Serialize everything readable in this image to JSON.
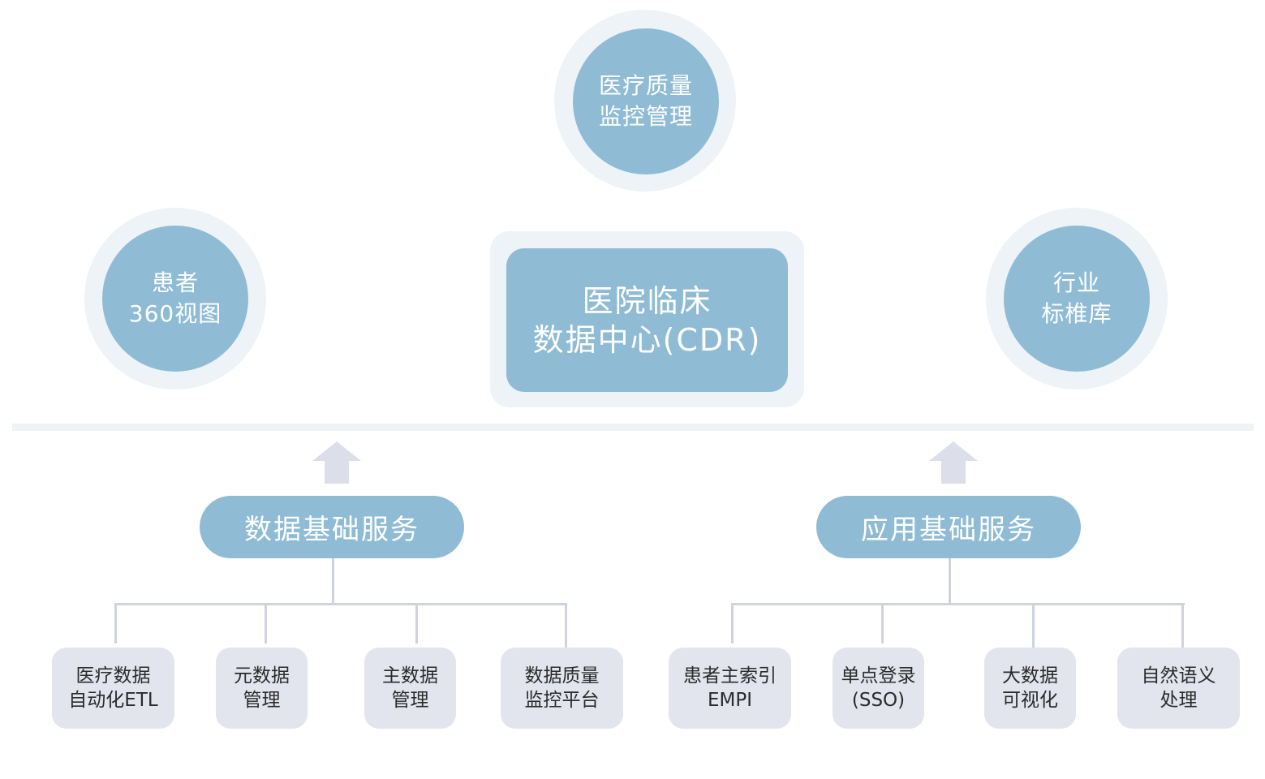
{
  "top_circle": {
    "line1": "医疗质量",
    "line2": "监控管理"
  },
  "left_circle": {
    "line1": "患者",
    "line2": "360视图"
  },
  "right_circle": {
    "line1": "行业",
    "line2": "标椎库"
  },
  "center": {
    "line1": "医院临床",
    "line2": "数据中心(CDR)"
  },
  "data_service": {
    "title": "数据基础服务",
    "items": [
      {
        "line1": "医疗数据",
        "line2": "自动化ETL"
      },
      {
        "line1": "元数据",
        "line2": "管理"
      },
      {
        "line1": "主数据",
        "line2": "管理"
      },
      {
        "line1": "数据质量",
        "line2": "监控平台"
      }
    ]
  },
  "app_service": {
    "title": "应用基础服务",
    "items": [
      {
        "line1": "患者主索引",
        "line2": "EMPI"
      },
      {
        "line1": "单点登录",
        "line2": "(SSO)"
      },
      {
        "line1": "大数据",
        "line2": "可视化"
      },
      {
        "line1": "自然语义",
        "line2": "处理"
      }
    ]
  },
  "colors": {
    "primary": "#8fbcd4",
    "halo": "#edf3f7",
    "leaf_bg": "#e3e5ee",
    "connector": "#cfd3df",
    "arrow": "#dcdfea"
  }
}
